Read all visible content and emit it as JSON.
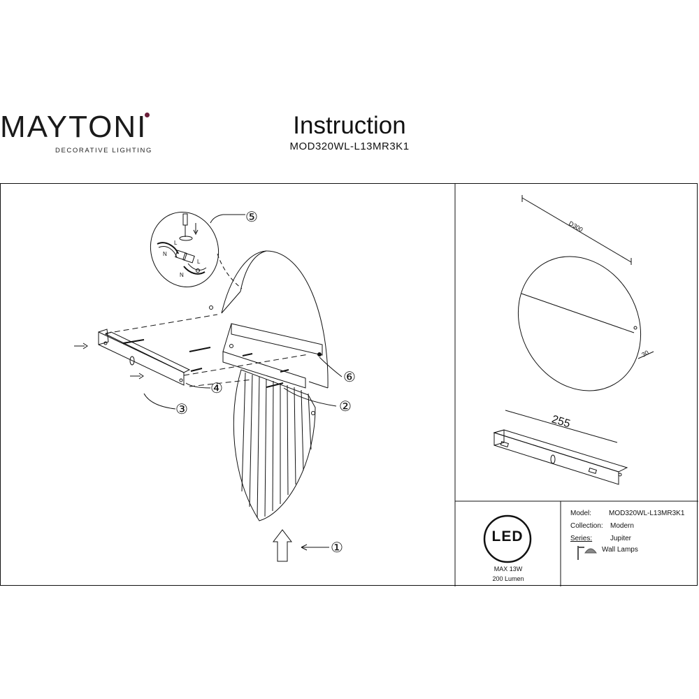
{
  "brand": {
    "name": "MAYTONI",
    "tagline": "DECORATIVE LIGHTING",
    "accent_color": "#6b1f3a"
  },
  "title": "Instruction",
  "model_code": "MOD320WL-L13MR3K1",
  "callouts": [
    "①",
    "②",
    "③",
    "④",
    "⑤",
    "⑥"
  ],
  "wiring_labels": {
    "live": "L",
    "neutral": "N"
  },
  "dimensions": {
    "diameter": "D300",
    "depth": "30",
    "bracket_length": "255"
  },
  "badge": {
    "label": "LED",
    "power": "MAX 13W",
    "flux": "200 Lumen"
  },
  "specs": {
    "model_label": "Model:",
    "model_value": "MOD320WL-L13MR3K1",
    "collection_label": "Collection:",
    "collection_value": "Modern",
    "series_label": "Series:",
    "series_value": "Jupiter",
    "type_value": "Wall Lamps",
    "type_icon": "wall-lamp-icon"
  }
}
